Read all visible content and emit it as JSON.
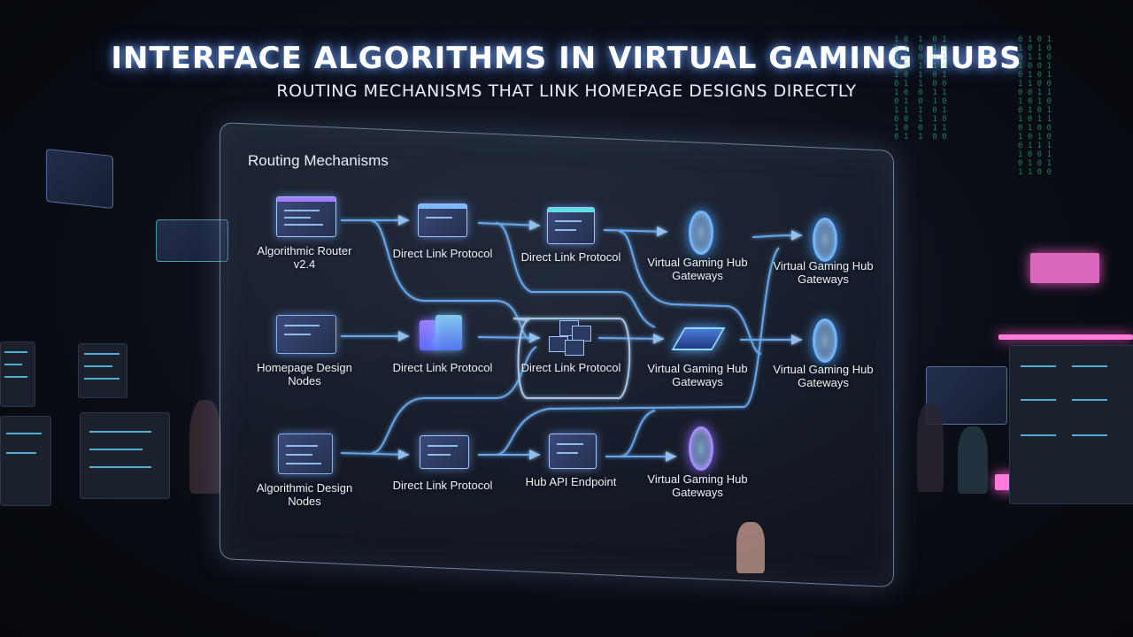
{
  "header": {
    "title": "INTERFACE ALGORITHMS IN VIRTUAL GAMING HUBS",
    "subtitle": "ROUTING MECHANISMS THAT LINK HOMEPAGE DESIGNS DIRECTLY"
  },
  "panel": {
    "title": "Routing Mechanisms"
  },
  "nodes": {
    "algorithmic_router": "Algorithmic Router v2.4",
    "homepage_design_nodes": "Homepage Design Nodes",
    "algorithmic_design_nodes": "Algorithmic Design Nodes",
    "dlp_col2_row1": "Direct Link Protocol",
    "dlp_col2_row2": "Direct Link Protocol",
    "dlp_col2_row3": "Direct Link Protocol",
    "dlp_col3_row1": "Direct Link Protocol",
    "dlp_col3_row2": "Direct Link Protocol",
    "hub_api_endpoint": "Hub API Endpoint",
    "vgh_col4_row1": "Virtual Gaming Hub Gateways",
    "vgh_col4_row2": "Virtual Gaming Hub Gateways",
    "vgh_col4_row3": "Virtual Gaming Hub Gateways",
    "vgh_col5_row1": "Virtual Gaming Hub Gateways",
    "vgh_col5_row2": "Virtual Gaming Hub Gateways"
  },
  "colors": {
    "flow_line": "#6fb6ff",
    "accent_violet": "#a47cff",
    "accent_pink": "#ff7ad9",
    "matrix_green": "#3dd6a0"
  }
}
